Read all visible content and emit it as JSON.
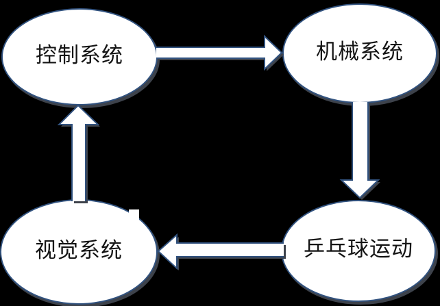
{
  "diagram": {
    "type": "cycle-flowchart",
    "background_color": "#000000",
    "node_fill_color": "#ffffff",
    "node_border_color": "#31527f",
    "arrow_fill_color": "#ffffff",
    "shadow_color": "#3e434c",
    "text_color": "#141414",
    "nodes": [
      {
        "id": "control-system",
        "label": "控制系统",
        "shape": "ellipse"
      },
      {
        "id": "mechanical-system",
        "label": "机械系统",
        "shape": "ellipse"
      },
      {
        "id": "vision-system",
        "label": "视觉系统",
        "shape": "ellipse"
      },
      {
        "id": "pingpong-motion",
        "label": "乒乓球运动",
        "shape": "ellipse"
      }
    ],
    "edges": [
      {
        "from": "控制系统",
        "to": "机械系统",
        "direction": "right"
      },
      {
        "from": "机械系统",
        "to": "乒乓球运动",
        "direction": "down"
      },
      {
        "from": "乒乓球运动",
        "to": "视觉系统",
        "direction": "left"
      },
      {
        "from": "视觉系统",
        "to": "控制系统",
        "direction": "up"
      }
    ]
  }
}
